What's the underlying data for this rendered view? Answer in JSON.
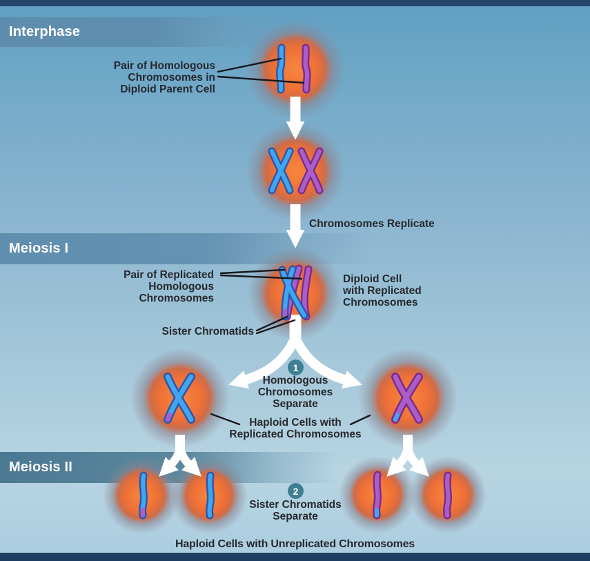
{
  "phases": [
    {
      "label": "Interphase"
    },
    {
      "label": "Meiosis I"
    },
    {
      "label": "Meiosis II"
    }
  ],
  "labels": {
    "pair_homologous": [
      "Pair of Homologous",
      "Chromosomes in",
      "Diploid Parent Cell"
    ],
    "chromosomes_replicate": "Chromosomes Replicate",
    "pair_replicated": [
      "Pair of Replicated",
      "Homologous",
      "Chromosomes"
    ],
    "diploid_cell": [
      "Diploid Cell",
      "with Replicated",
      "Chromosomes"
    ],
    "sister_chromatids": "Sister Chromatids",
    "step1": {
      "number": "1",
      "lines": [
        "Homologous",
        "Chromosomes",
        "Separate"
      ]
    },
    "haploid_replicated": [
      "Haploid Cells with",
      "Replicated Chromosomes"
    ],
    "step2": {
      "number": "2",
      "lines": [
        "Sister Chromatids",
        "Separate"
      ]
    },
    "bottom_caption": "Haploid Cells with Unreplicated Chromosomes"
  },
  "colors": {
    "navy_bar": "#26456b",
    "bottom_bar": "#1e3f63",
    "band_blue": "#5d8cad",
    "band_teal": "#47768f",
    "text_dark": "#26282e",
    "title_white": "#ffffff",
    "cell_orange": "#ef7036",
    "cell_halo": "#8b8490",
    "chromosome_blue": "#42a5f0",
    "chromosome_blue_dark": "#2b56ac",
    "chromosome_purple": "#aa5ec8",
    "chromosome_purple_dark": "#7b2b8c",
    "badge_teal": "#3e7f91",
    "arrow_white": "#ffffff",
    "pointer_black": "#17181c"
  }
}
